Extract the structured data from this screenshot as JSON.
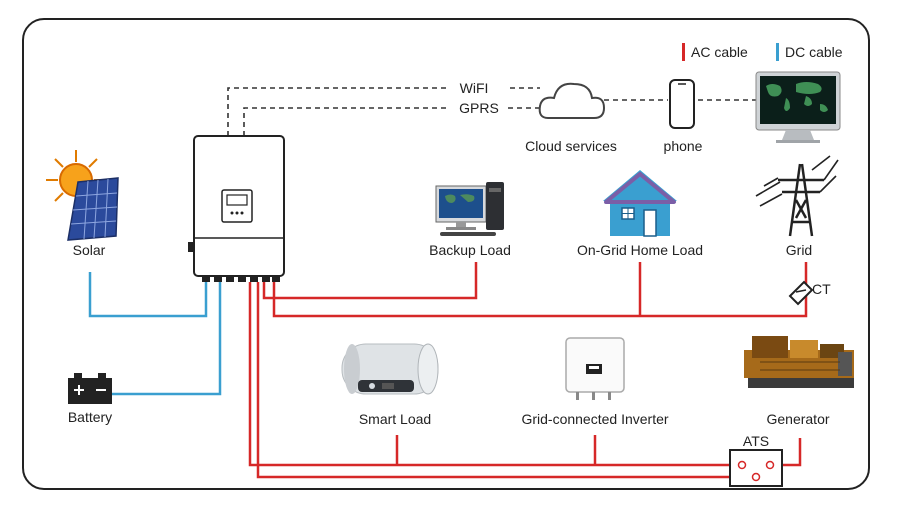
{
  "legend": {
    "ac_label": "AC cable",
    "dc_label": "DC cable",
    "ac_color": "#d62828",
    "dc_color": "#3a9fd0"
  },
  "links": {
    "wifi": "WiFI",
    "gprs": "GPRS"
  },
  "nodes": {
    "cloud": "Cloud services",
    "phone": "phone",
    "solar": "Solar",
    "battery": "Battery",
    "backup_load": "Backup Load",
    "home_load": "On-Grid Home Load",
    "grid": "Grid",
    "ct": "CT",
    "smart_load": "Smart Load",
    "grid_inverter": "Grid-connected Inverter",
    "generator": "Generator",
    "ats": "ATS"
  },
  "icons": [
    "monitor-map-icon",
    "cloud-icon",
    "phone-icon",
    "inverter-icon",
    "sun-panel-icon",
    "battery-icon",
    "computer-icon",
    "house-icon",
    "pylon-icon",
    "ct-clamp-icon",
    "water-heater-icon",
    "string-inverter-icon",
    "generator-icon",
    "ats-switch-icon"
  ]
}
